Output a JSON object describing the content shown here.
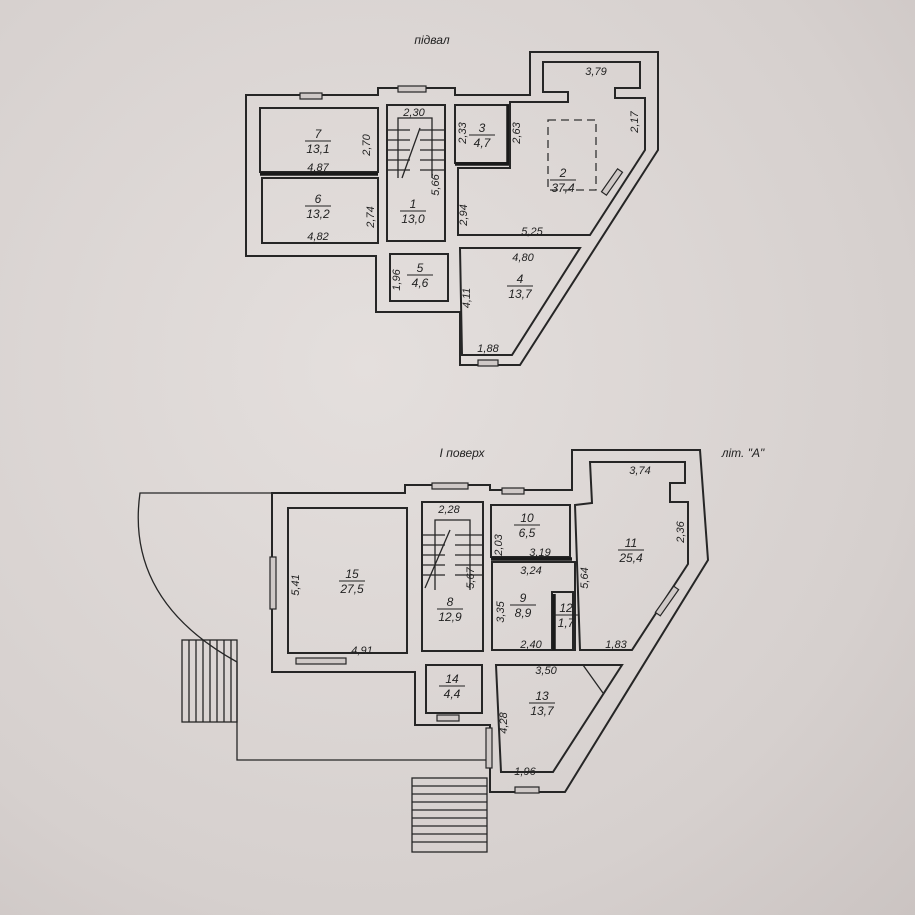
{
  "basement": {
    "title": "підвал",
    "rooms": [
      {
        "num": "7",
        "area": "13,1"
      },
      {
        "num": "6",
        "area": "13,2"
      },
      {
        "num": "1",
        "area": "13,0"
      },
      {
        "num": "3",
        "area": "4,7"
      },
      {
        "num": "2",
        "area": "37,4"
      },
      {
        "num": "5",
        "area": "4,6"
      },
      {
        "num": "4",
        "area": "13,7"
      }
    ],
    "dims": [
      "3,79",
      "2,30",
      "2,70",
      "4,87",
      "2,33",
      "2,63",
      "2,17",
      "5,66",
      "2,74",
      "4,82",
      "2,94",
      "5,25",
      "4,80",
      "1,96",
      "4,11",
      "1,88"
    ]
  },
  "floor1": {
    "title": "І поверх",
    "letter": "літ. \"А\"",
    "rooms": [
      {
        "num": "15",
        "area": "27,5"
      },
      {
        "num": "8",
        "area": "12,9"
      },
      {
        "num": "10",
        "area": "6,5"
      },
      {
        "num": "11",
        "area": "25,4"
      },
      {
        "num": "9",
        "area": "8,9"
      },
      {
        "num": "12",
        "area": "1,7"
      },
      {
        "num": "14",
        "area": "4,4"
      },
      {
        "num": "13",
        "area": "13,7"
      }
    ],
    "dims": [
      "3,74",
      "2,28",
      "2,03",
      "2,36",
      "3,19",
      "3,24",
      "5,64",
      "5,41",
      "5,67",
      "3,35",
      "4,91",
      "2,40",
      "1,83",
      "3,50",
      "4,28",
      "1,96"
    ]
  }
}
